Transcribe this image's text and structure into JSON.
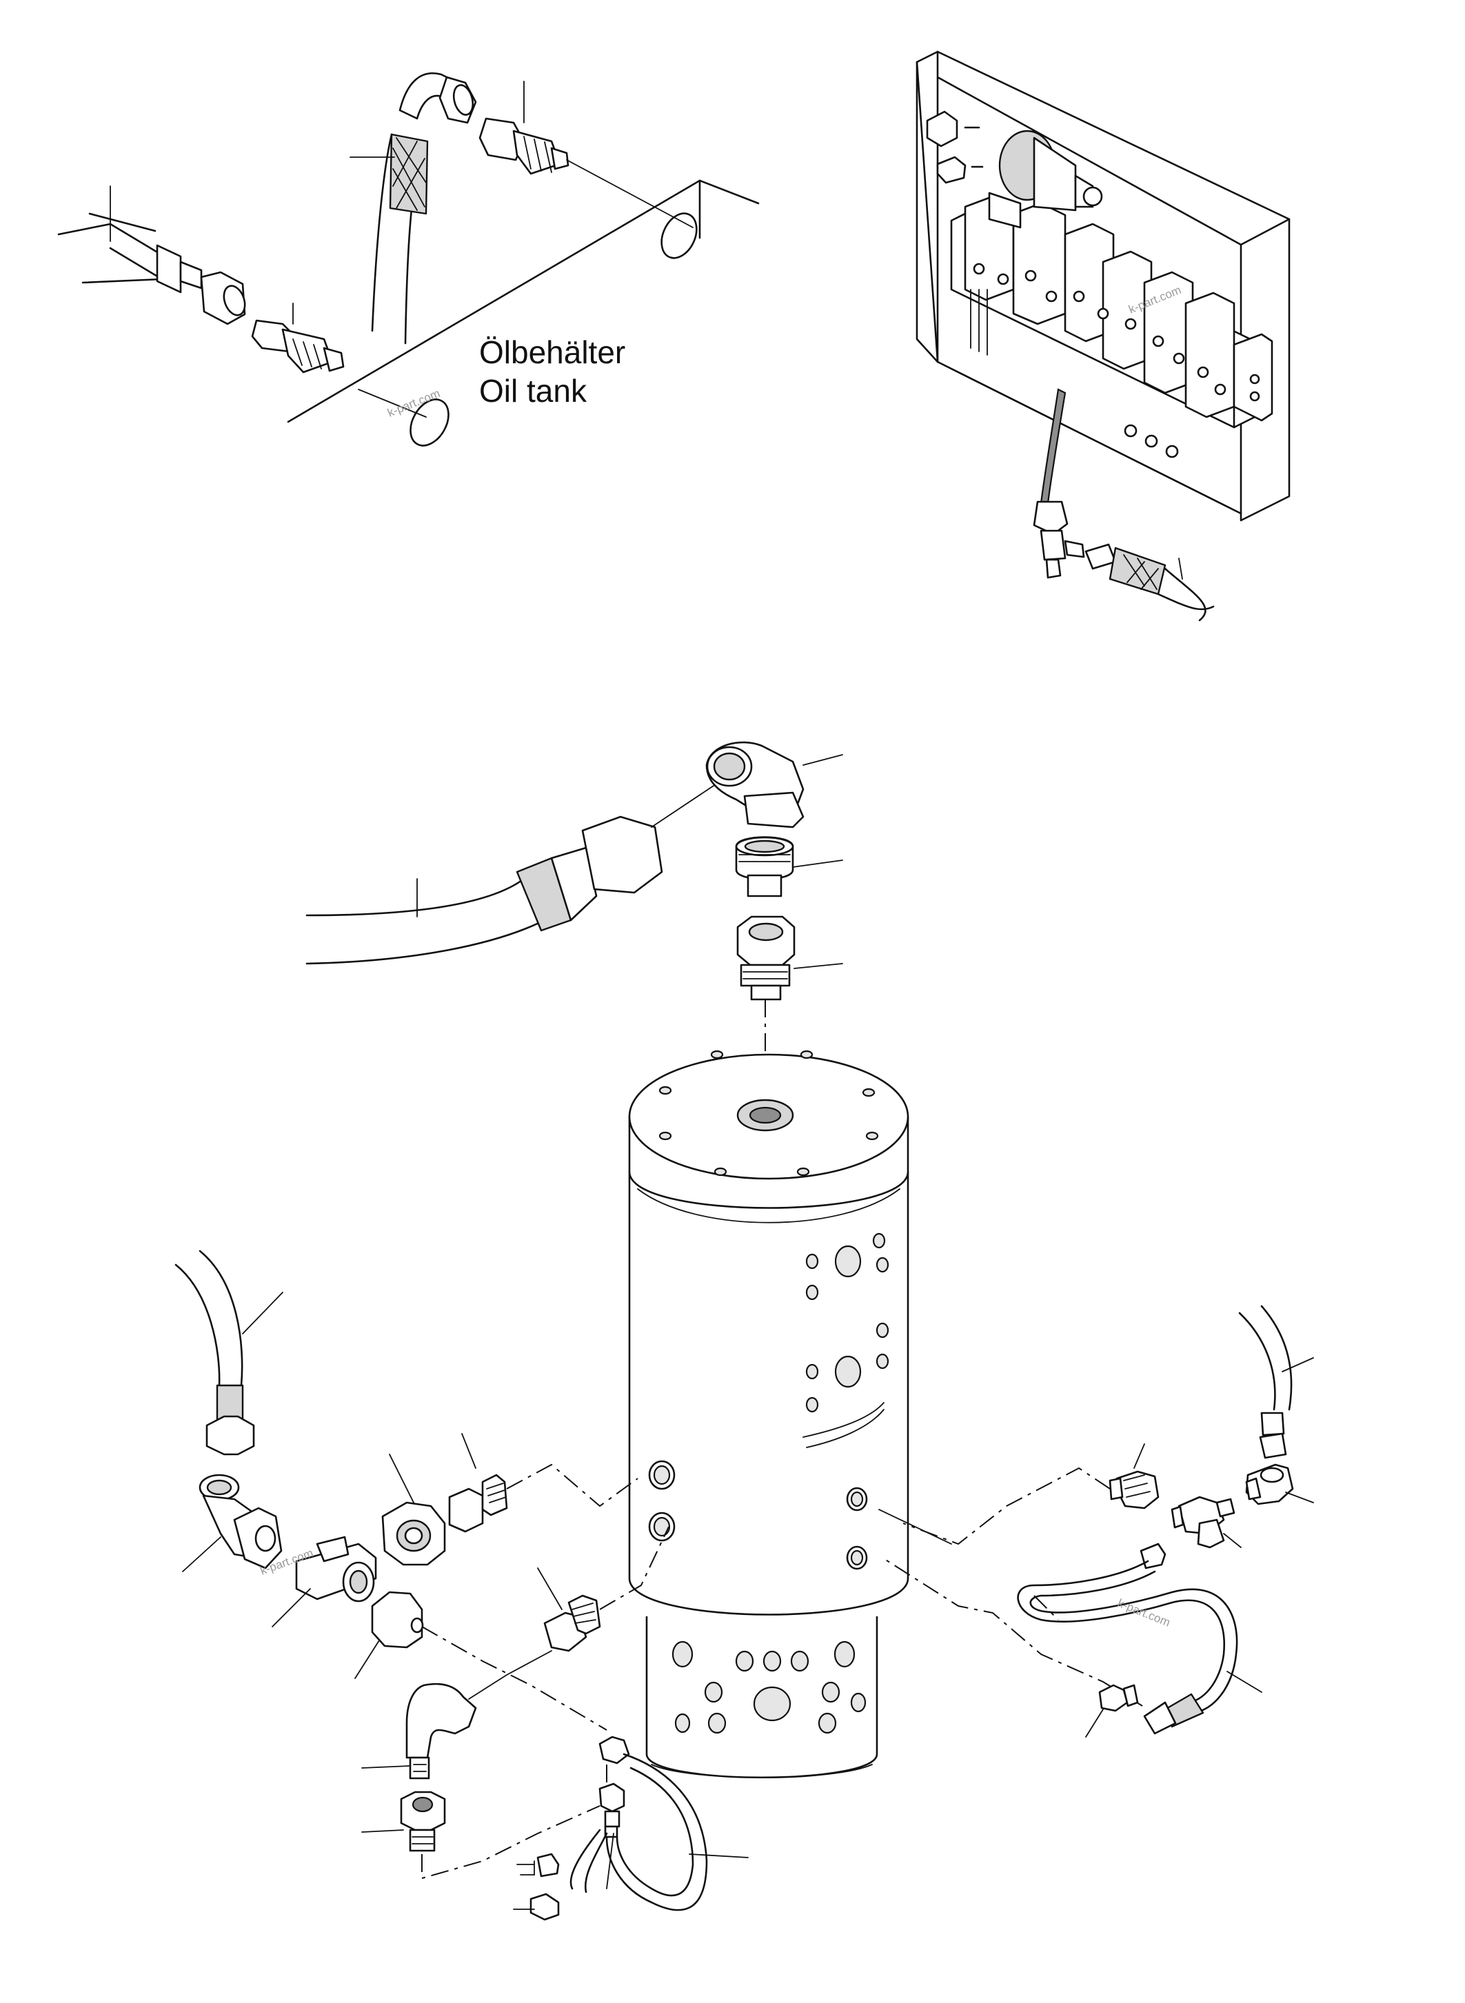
{
  "labels": {
    "oil_tank_de": "Ölbehälter",
    "oil_tank_en": "Oil tank"
  },
  "watermarks": [
    "k-part.com",
    "k-part.com",
    "k-part.com"
  ],
  "colors": {
    "line": "#111111",
    "shade": "#d6d6d6",
    "background": "#ffffff"
  }
}
